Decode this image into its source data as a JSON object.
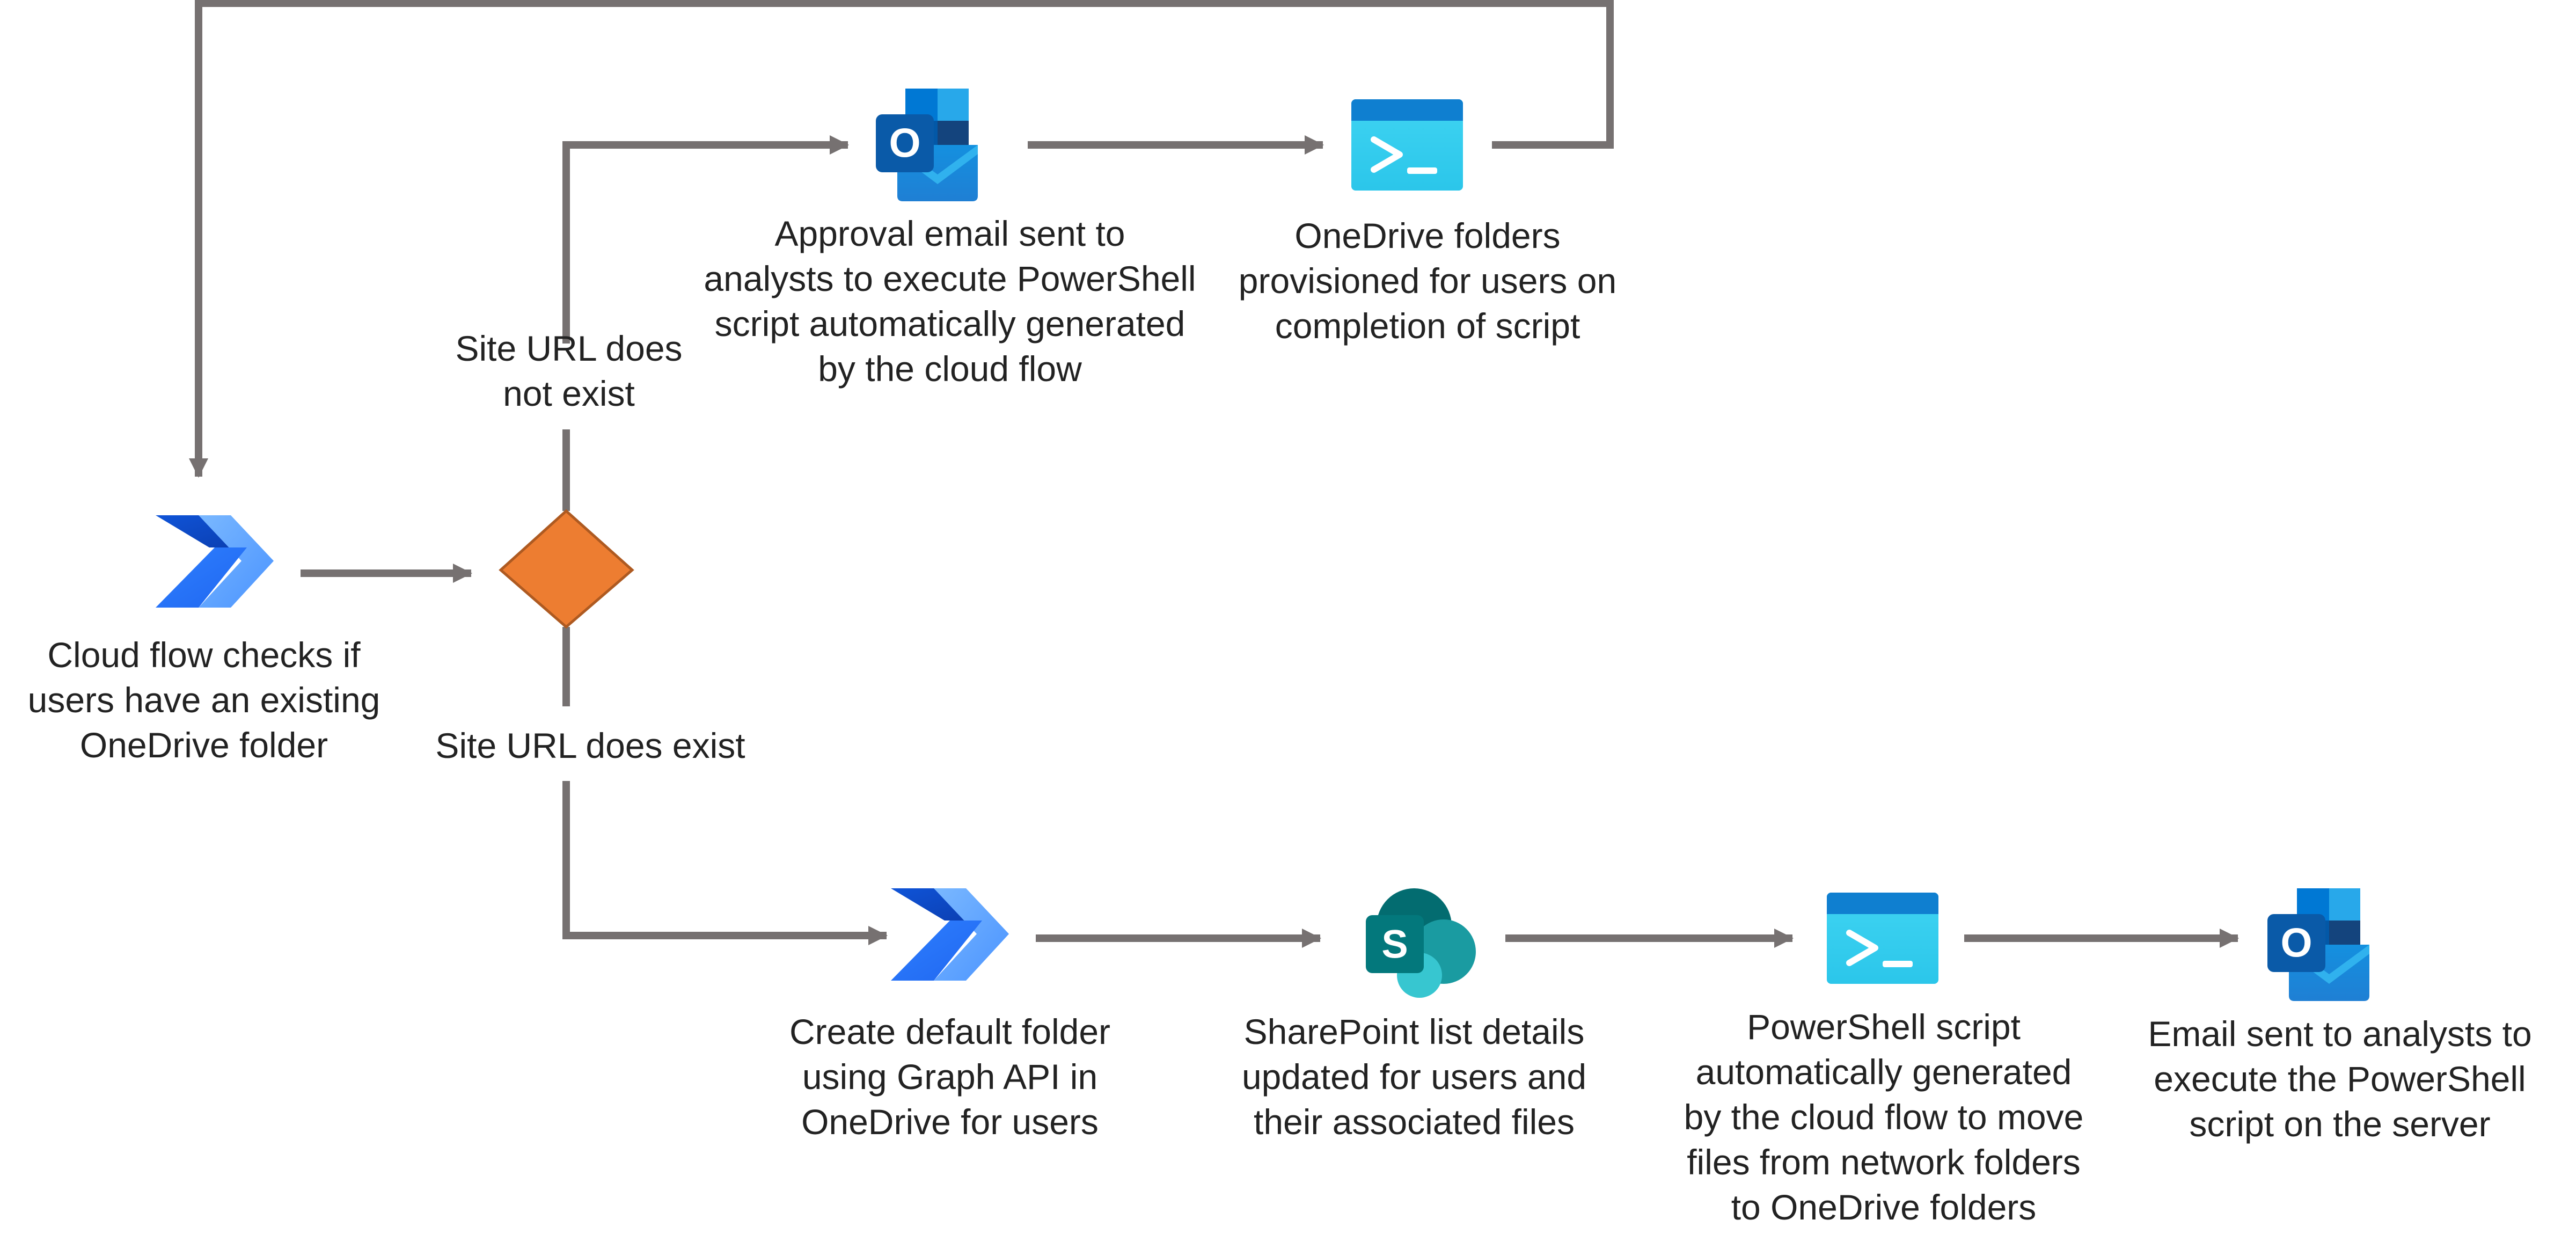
{
  "colors": {
    "connector": "#767171",
    "decision_fill": "#ed7d31",
    "decision_stroke": "#ae5a21",
    "text": "#222222"
  },
  "nodes": {
    "cloud_flow_check": {
      "icon": "power-automate-icon",
      "label": "Cloud flow checks if\nusers have an existing\nOneDrive folder"
    },
    "decision": {
      "shape": "diamond"
    },
    "approval_email": {
      "icon": "outlook-icon",
      "label": "Approval email sent to\nanalysts to execute PowerShell\nscript automatically generated\nby the cloud flow"
    },
    "onedrive_provisioned": {
      "icon": "powershell-terminal-icon",
      "label": "OneDrive folders\nprovisioned for users on\ncompletion of script"
    },
    "create_default_folder": {
      "icon": "power-automate-icon",
      "label": "Create default folder\nusing Graph API in\nOneDrive for users"
    },
    "sharepoint_updated": {
      "icon": "sharepoint-icon",
      "label": "SharePoint list details\nupdated for users and\ntheir associated files"
    },
    "powershell_generated": {
      "icon": "powershell-terminal-icon",
      "label": "PowerShell script\nautomatically generated\nby the cloud flow to move\nfiles from network folders\nto OneDrive folders"
    },
    "email_analysts": {
      "icon": "outlook-icon",
      "label": "Email sent to analysts to\nexecute the PowerShell\nscript on the server"
    }
  },
  "branches": {
    "not_exist": "Site URL does\nnot  exist",
    "exist": "Site URL does exist"
  },
  "icon_glyphs": {
    "outlook_letter": "O",
    "sharepoint_letter": "S"
  }
}
